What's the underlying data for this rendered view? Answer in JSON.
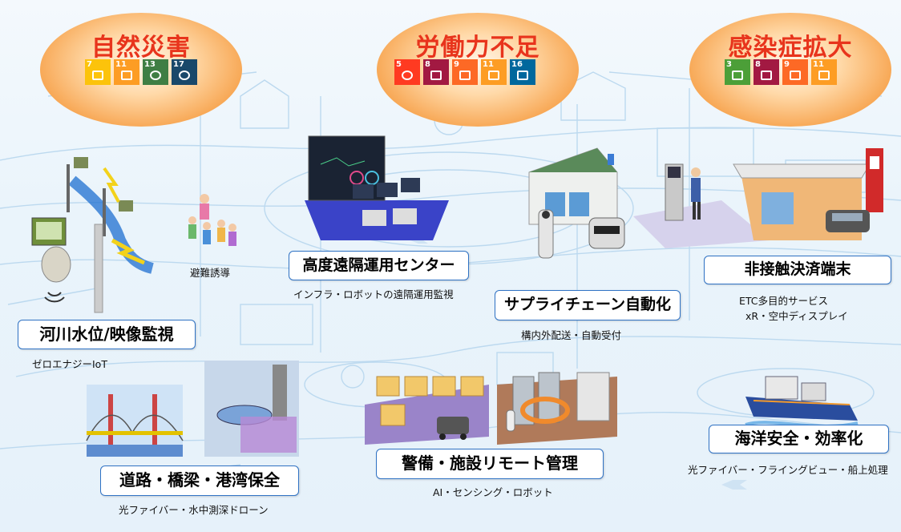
{
  "themes": [
    {
      "title": "自然災害",
      "sdgs": [
        {
          "num": "7",
          "color": "#fcc30b"
        },
        {
          "num": "11",
          "color": "#fd9d24"
        },
        {
          "num": "13",
          "color": "#3f7e44"
        },
        {
          "num": "17",
          "color": "#19486a"
        }
      ]
    },
    {
      "title": "労働力不足",
      "sdgs": [
        {
          "num": "5",
          "color": "#ff3a21"
        },
        {
          "num": "8",
          "color": "#a21942"
        },
        {
          "num": "9",
          "color": "#fd6925"
        },
        {
          "num": "11",
          "color": "#fd9d24"
        },
        {
          "num": "16",
          "color": "#00689d"
        }
      ]
    },
    {
      "title": "感染症拡大",
      "sdgs": [
        {
          "num": "3",
          "color": "#4c9f38"
        },
        {
          "num": "8",
          "color": "#a21942"
        },
        {
          "num": "9",
          "color": "#fd6925"
        },
        {
          "num": "11",
          "color": "#fd9d24"
        }
      ]
    }
  ],
  "use_cases": {
    "river": {
      "title": "河川水位/映像監視",
      "sub": "ゼロエナジーIoT"
    },
    "evac": {
      "label": "避難誘導"
    },
    "remote_center": {
      "title": "高度遠隔運用センター",
      "sub": "インフラ・ロボットの遠隔運用監視"
    },
    "supply": {
      "title": "サプライチェーン自動化",
      "sub": "構内外配送・自動受付"
    },
    "contactless": {
      "title": "非接触決済端末",
      "sub1": "ETC多目的サービス",
      "sub2": "xR・空中ディスプレイ"
    },
    "road": {
      "title": "道路・橋梁・港湾保全",
      "sub": "光ファイバー・水中測深ドローン"
    },
    "security": {
      "title": "警備・施設リモート管理",
      "sub": "AI・センシング・ロボット"
    },
    "marine": {
      "title": "海洋安全・効率化",
      "sub": "光ファイバー・フライングビュー・船上処理"
    }
  },
  "colors": {
    "accent": "#2f72c4",
    "theme_title": "#e8341c",
    "map_line": "#b9d7ee"
  }
}
